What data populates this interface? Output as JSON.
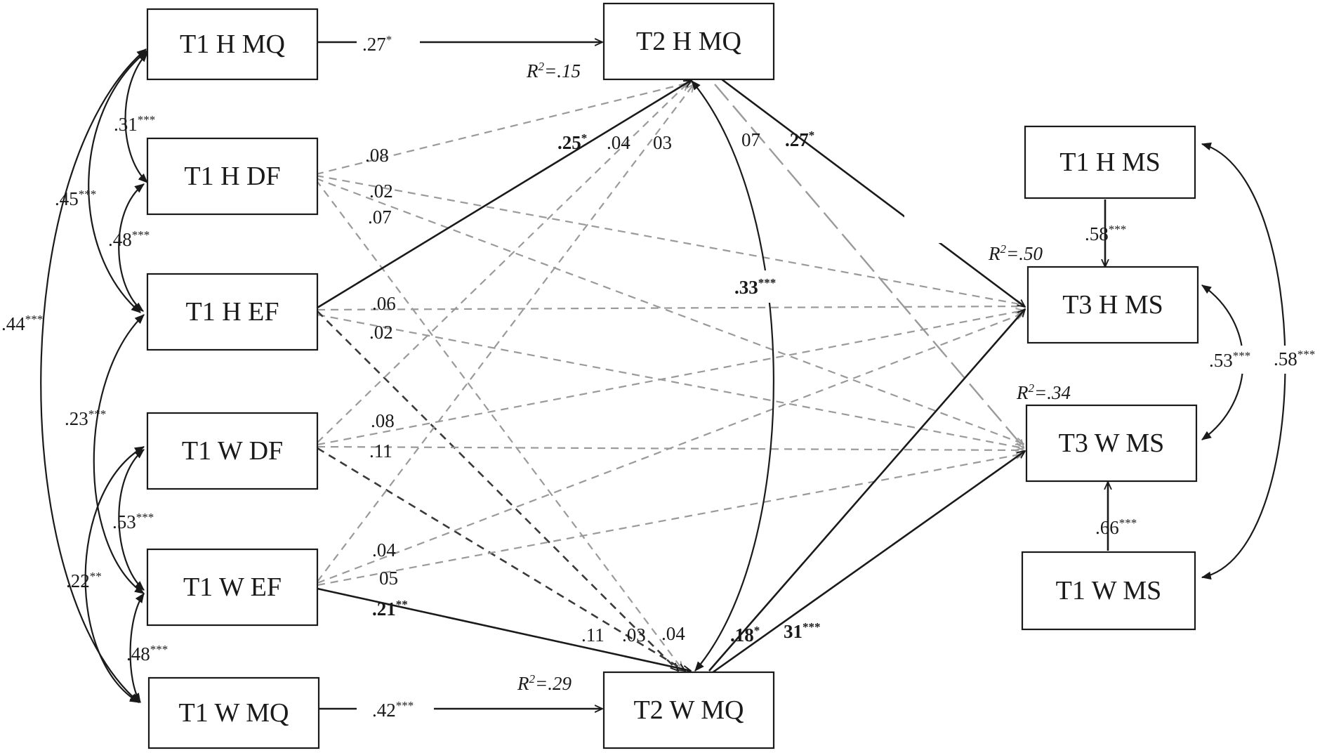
{
  "nodes": {
    "t1_h_mq": "T1 H MQ",
    "t1_h_df": "T1 H DF",
    "t1_h_ef": "T1 H EF",
    "t1_w_df": "T1 W DF",
    "t1_w_ef": "T1 W EF",
    "t1_w_mq": "T1 W  MQ",
    "t2_h_mq": "T2 H MQ",
    "t2_w_mq": "T2 W  MQ",
    "t1_h_ms": "T1 H  MS",
    "t3_h_ms": "T3 H  MS",
    "t3_w_ms": "T3 W MS",
    "t1_w_ms": "T1 W  MS"
  },
  "r2": {
    "t2_h_mq": {
      "label": "R",
      "sup": "2",
      "value": "=.15"
    },
    "t2_w_mq": {
      "label": "R",
      "sup": "2",
      "value": "=.29"
    },
    "t3_h_ms": {
      "label": "R",
      "sup": "2",
      "value": "=.50"
    },
    "t3_w_ms": {
      "label": "R",
      "sup": "2",
      "value": "=.34"
    }
  },
  "paths": {
    "hmq_t1_t2": {
      "coef": ".27",
      "stars": "*"
    },
    "wmq_t1_t2": {
      "coef": ".42",
      "stars": "***"
    },
    "hdf_a": {
      "coef": ".08"
    },
    "hdf_b": {
      "coef": ".02"
    },
    "hdf_c": {
      "coef": ".07"
    },
    "hef_hmq": {
      "coef": ".25",
      "stars": "*"
    },
    "hef_a": {
      "coef": ".06"
    },
    "hef_b": {
      "coef": ".02"
    },
    "top_04": {
      "coef": ".04"
    },
    "top_03": {
      "coef": "03"
    },
    "hmq_07": {
      "coef": "07"
    },
    "hmq_t3h": {
      "coef": ".27",
      "stars": "*"
    },
    "mq_cov": {
      "coef": ".33",
      "stars": "***"
    },
    "wdf_a": {
      "coef": ".08"
    },
    "wdf_b": {
      "coef": ".11"
    },
    "wef_a": {
      "coef": ".04"
    },
    "wef_b": {
      "coef": "05"
    },
    "wef_wmq": {
      "coef": ".21",
      "stars": "**"
    },
    "bot_11": {
      "coef": ".11"
    },
    "bot_03": {
      "coef": ".03"
    },
    "bot_04": {
      "coef": ".04"
    },
    "wmq_t3h": {
      "coef": ".18",
      "stars": "*"
    },
    "wmq_t3w": {
      "coef": "31",
      "stars": "***"
    },
    "t1hms_t3hms": {
      "coef": ".58",
      "stars": "***"
    },
    "t1wms_t3wms": {
      "coef": ".66",
      "stars": "***"
    }
  },
  "covariances": {
    "hmq_hdf": {
      "coef": ".31",
      "stars": "***"
    },
    "hmq_hef": {
      "coef": ".45",
      "stars": "***"
    },
    "hdf_hef": {
      "coef": ".48",
      "stars": "***"
    },
    "hmq_wmq": {
      "coef": ".44",
      "stars": "***"
    },
    "hef_wef": {
      "coef": ".23",
      "stars": "***"
    },
    "wdf_wef": {
      "coef": ".53",
      "stars": "***"
    },
    "wdf_wmq": {
      "coef": ".22",
      "stars": "**"
    },
    "wef_wmq": {
      "coef": ".48",
      "stars": "***"
    },
    "t3_ms": {
      "coef": ".53",
      "stars": "***"
    },
    "t1_ms": {
      "coef": ".58",
      "stars": "***"
    }
  }
}
